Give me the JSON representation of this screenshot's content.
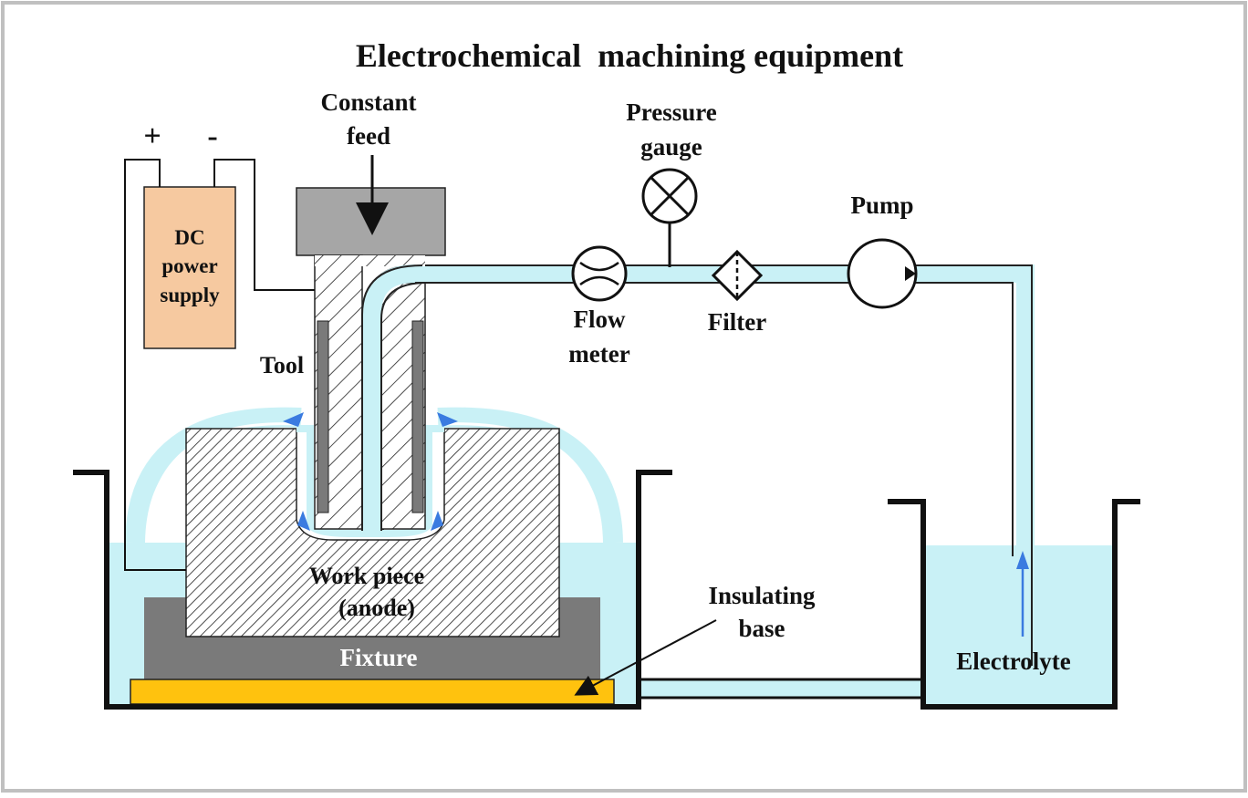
{
  "title": "Electrochemical  machining equipment",
  "labels": {
    "constant_feed_1": "Constant",
    "constant_feed_2": "feed",
    "plus": "+",
    "minus": "-",
    "dc_1": "DC",
    "dc_2": "power",
    "dc_3": "supply",
    "pressure_1": "Pressure",
    "pressure_2": "gauge",
    "pump": "Pump",
    "flow_1": "Flow",
    "flow_2": "meter",
    "filter": "Filter",
    "tool": "Tool",
    "workpiece_1": "Work piece",
    "workpiece_2": "(anode)",
    "fixture": "Fixture",
    "insulating_1": "Insulating",
    "insulating_2": "base",
    "electrolyte": "Electrolyte"
  },
  "colors": {
    "electrolyte": "#c9f1f6",
    "dc_supply": "#f6c9a0",
    "fixture": "#7a7a7a",
    "insulating_base": "#ffc20e",
    "feed_block": "#a6a6a6",
    "workpiece_fill": "#e0e0e0",
    "flow_arrow": "#3a7be0",
    "frame": "#c0c0c0"
  }
}
